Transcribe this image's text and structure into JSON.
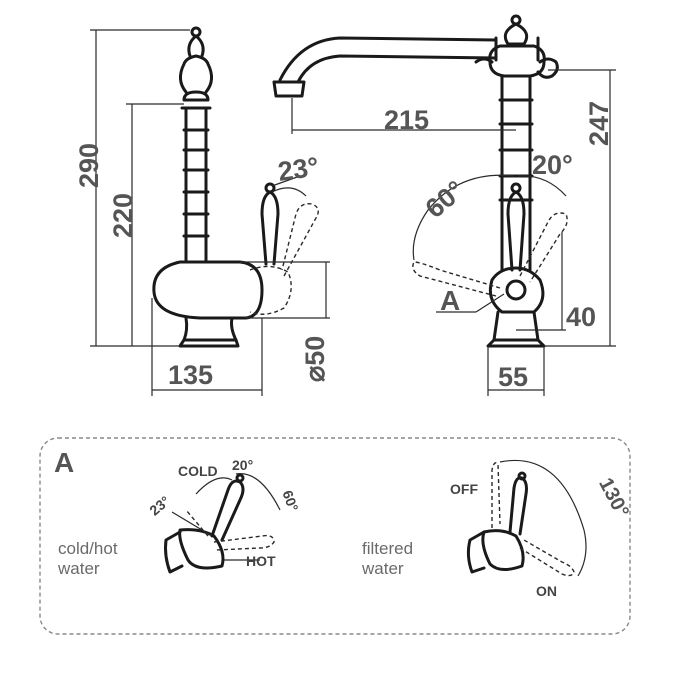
{
  "side_view": {
    "dim_290": "290",
    "dim_220": "220",
    "angle_23": "23°",
    "dim_135": "135",
    "dim_d50": "⌀50"
  },
  "front_view": {
    "dim_215": "215",
    "dim_247": "247",
    "angle_60": "60°",
    "angle_20": "20°",
    "detail_label": "A",
    "dim_40": "40",
    "dim_55": "55"
  },
  "detail_A": {
    "title": "A",
    "cold_hot": {
      "label_line1": "cold/hot",
      "label_line2": "water",
      "cold": "COLD",
      "hot": "HOT",
      "angle_20": "20°",
      "angle_23": "23°",
      "angle_60": "60°"
    },
    "filtered": {
      "label_line1": "filtered",
      "label_line2": "water",
      "off": "OFF",
      "on": "ON",
      "angle_130": "130°"
    }
  }
}
